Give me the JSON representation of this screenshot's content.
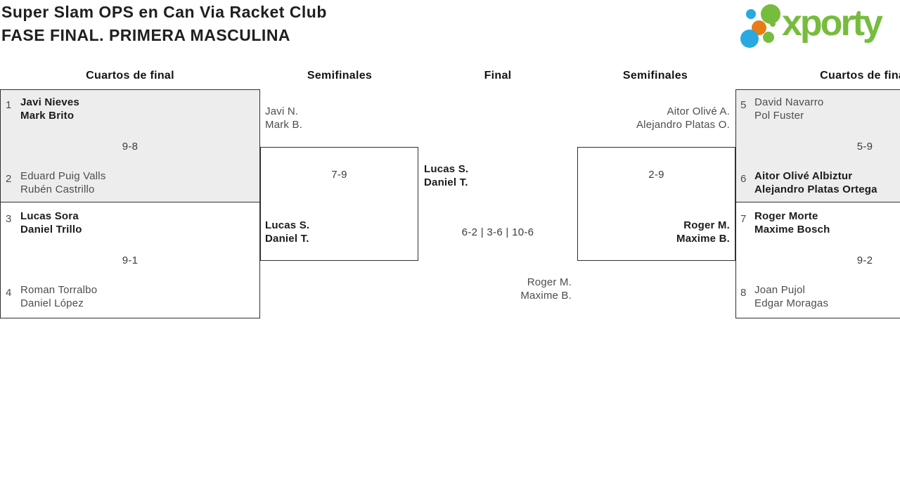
{
  "title": {
    "line1": "Super Slam OPS en Can Via Racket Club",
    "line2": "FASE FINAL. PRIMERA MASCULINA"
  },
  "logo": {
    "brand": "xporty",
    "green": "#76bc3d",
    "blue": "#29a9e0",
    "orange": "#e87c14"
  },
  "round_headers": {
    "qf_left": "Cuartos de final",
    "sf_left": "Semifinales",
    "final": "Final",
    "sf_right": "Semifinales",
    "qf_right": "Cuartos de final"
  },
  "matches": {
    "qf1": {
      "seed_top": "1",
      "top_player1": "Javi Nieves",
      "top_player2": "Mark Brito",
      "score": "9-8",
      "seed_bottom": "2",
      "bottom_player1": "Eduard Puig Valls",
      "bottom_player2": "Rubén Castrillo",
      "winner": "top"
    },
    "qf2": {
      "seed_top": "3",
      "top_player1": "Lucas Sora",
      "top_player2": "Daniel Trillo",
      "score": "9-1",
      "seed_bottom": "4",
      "bottom_player1": "Roman Torralbo",
      "bottom_player2": "Daniel López",
      "winner": "top"
    },
    "qf3": {
      "seed_top": "5",
      "top_player1": "David Navarro",
      "top_player2": "Pol Fuster",
      "score": "5-9",
      "seed_bottom": "6",
      "bottom_player1": "Aitor Olivé Albiztur",
      "bottom_player2": "Alejandro Platas Ortega",
      "winner": "bottom"
    },
    "qf4": {
      "seed_top": "7",
      "top_player1": "Roger Morte",
      "top_player2": "Maxime Bosch",
      "score": "9-2",
      "seed_bottom": "8",
      "bottom_player1": "Joan Pujol",
      "bottom_player2": "Edgar Moragas",
      "winner": "top"
    },
    "sf1": {
      "top_player1": "Javi N.",
      "top_player2": "Mark B.",
      "score": "7-9",
      "bottom_player1": "Lucas S.",
      "bottom_player2": "Daniel T.",
      "winner": "bottom"
    },
    "sf2": {
      "top_player1": "Aitor Olivé A.",
      "top_player2": "Alejandro Platas O.",
      "score": "2-9",
      "bottom_player1": "Roger M.",
      "bottom_player2": "Maxime B.",
      "winner": "bottom"
    },
    "final": {
      "top_player1": "Lucas S.",
      "top_player2": "Daniel T.",
      "score": "6-2 | 3-6 | 10-6",
      "bottom_player1": "Roger M.",
      "bottom_player2": "Maxime B.",
      "winner": "top"
    }
  }
}
